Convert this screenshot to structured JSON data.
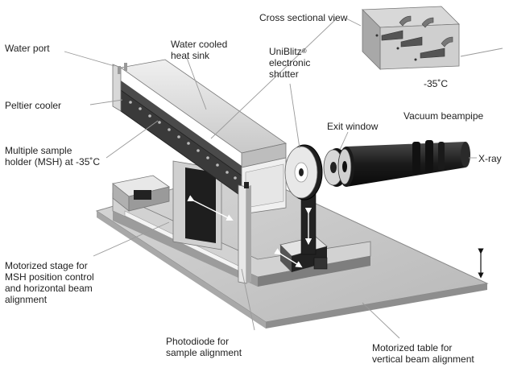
{
  "labels": {
    "cross_sectional_view": "Cross sectional view",
    "water_port": "Water port",
    "water_cooled_heat_sink": [
      "Water cooled",
      "heat sink"
    ],
    "uniblitz_shutter": [
      "UniBlitz",
      "electronic",
      "shutter"
    ],
    "registered_mark": "®",
    "minus35_inset": "-35˚C",
    "peltier_cooler": "Peltier cooler",
    "exit_window": "Exit window",
    "vacuum_beampipe": "Vacuum beampipe",
    "msh": [
      "Multiple sample",
      "holder (MSH) at -35˚C"
    ],
    "xray": "X-ray",
    "motorized_stage": [
      "Motorized stage for",
      "MSH position control",
      "and horizontal beam",
      "alignment"
    ],
    "photodiode": [
      "Photodiode  for",
      "sample alignment"
    ],
    "motorized_table": [
      "Motorized table for",
      "vertical  beam alignment"
    ]
  },
  "colors": {
    "label_text": "#222222",
    "leader_line": "#9a9a9a",
    "table_top": "#c8c8c8",
    "metal_light": "#e2e2e2",
    "metal_mid": "#b4b4b4",
    "metal_dark": "#3a3a3a",
    "beampipe": "#1e1e1e"
  }
}
